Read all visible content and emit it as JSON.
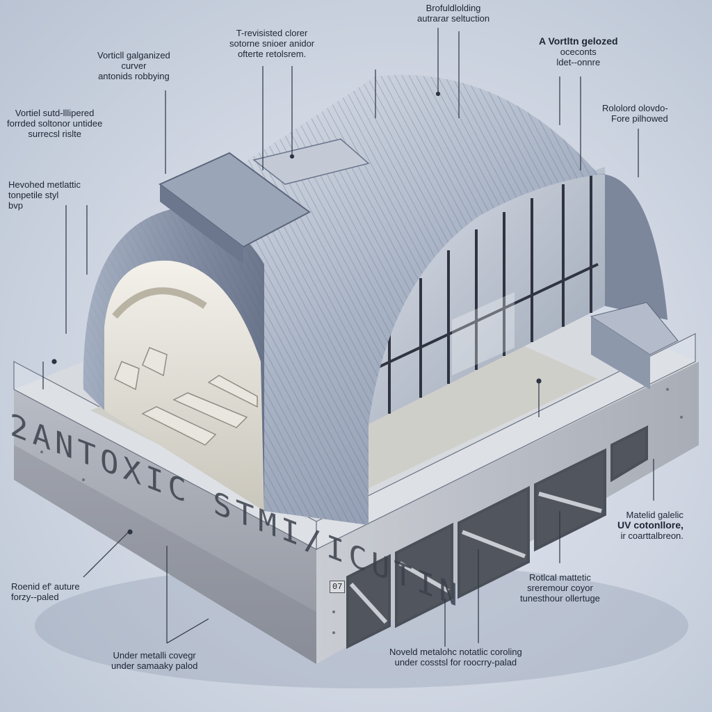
{
  "labels": [
    {
      "id": "top-center",
      "lines": [
        "Brofuldlolding",
        "autrarar seltuction"
      ]
    },
    {
      "id": "top-mid",
      "lines": [
        "T-revisisted clorer",
        "sotorne snioer anidor",
        "ofterte retolsrem."
      ]
    },
    {
      "id": "top-right",
      "lines": [
        "A Vortltn gelozed",
        "oceconts",
        "ldet--onnre"
      ]
    },
    {
      "id": "left-1",
      "lines": [
        "Vorticll galganized",
        "curver",
        "antonids robbying"
      ]
    },
    {
      "id": "left-2",
      "lines": [
        "Vortiel sutd-lllipered",
        "forrded soltonor untidee",
        "surrecsl rislte"
      ]
    },
    {
      "id": "left-3",
      "lines": [
        "Hevohed metlattic",
        "tonpetile styl",
        "bvp"
      ]
    },
    {
      "id": "right-1",
      "lines": [
        "Rololord olovdo-",
        "Fore pilhowed"
      ]
    },
    {
      "id": "right-2",
      "lines": [
        "Matelid galelic",
        "UV cotonllore,",
        "ir coarttalbreon."
      ]
    },
    {
      "id": "right-3",
      "lines": [
        "Rotlcal mattetic",
        "sreremour coyor",
        "tunesthour ollertuge"
      ]
    },
    {
      "id": "bottom-left",
      "lines": [
        "Roenid ef' auture",
        "forzy--paled"
      ]
    },
    {
      "id": "bottom-mid",
      "lines": [
        "Under metalli covegr",
        "under samaaky palod"
      ]
    },
    {
      "id": "bottom-right",
      "lines": [
        "Noveld metalohc notatlic coroling",
        "under cosstsl for roocrry-palad"
      ]
    }
  ],
  "base_text": "2ANTOXIC STMI/ICUTIN",
  "base_tag": "07"
}
